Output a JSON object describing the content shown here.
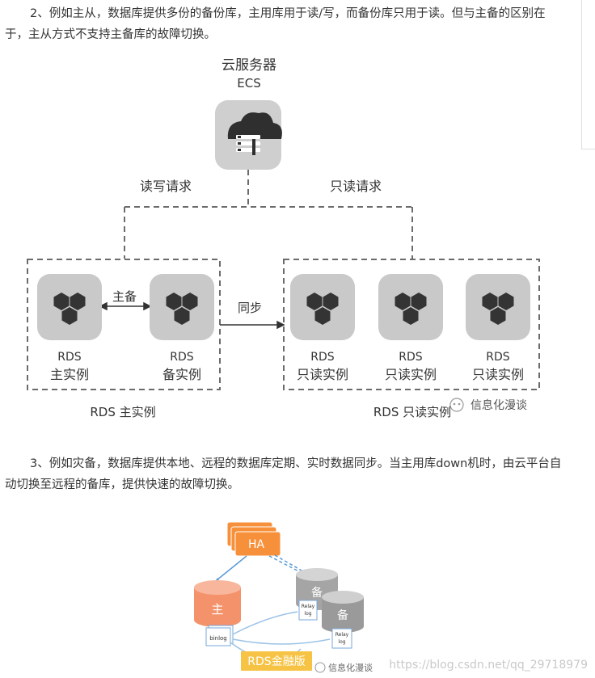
{
  "paragraph1": "2、例如主从，数据库提供多份的备份库，主用库用于读/写，而备份库只用于读。但与主备的区别在于，主从方式不支持主备库的故障切换。",
  "paragraph2": "3、例如灾备，数据库提供本地、远程的数据库定期、实时数据同步。当主用库down机时，由云平台自动切换至远程的备库，提供快速的故障切换。",
  "diagram1": {
    "ecs_title": "云服务器",
    "ecs_subtitle": "ECS",
    "label_rw": "读写请求",
    "label_ro": "只读请求",
    "label_primary_standby": "主备",
    "label_sync": "同步",
    "nodes": [
      {
        "line1": "RDS",
        "line2": "主实例"
      },
      {
        "line1": "RDS",
        "line2": "备实例"
      },
      {
        "line1": "RDS",
        "line2": "只读实例"
      },
      {
        "line1": "RDS",
        "line2": "只读实例"
      },
      {
        "line1": "RDS",
        "line2": "只读实例"
      }
    ],
    "group_primary": "RDS 主实例",
    "group_readonly": "RDS 只读实例",
    "watermark": "信息化漫谈"
  },
  "diagram2": {
    "ha_label": "HA",
    "master_label": "主",
    "standby_label": "备",
    "binlog_label": "binlog",
    "relay_line1": "Relay",
    "relay_line2": "log",
    "badge": "RDS金融版",
    "watermark": "信息化漫谈",
    "url": "https://blog.csdn.net/qq_29718979"
  },
  "colors": {
    "ha_orange": "#f7903a",
    "master_orange": "#f4926b",
    "badge_yellow": "#f6c344",
    "icon_gray": "#c9c9c9",
    "icon_dark": "#343434",
    "dash_gray": "#6b6b6b",
    "line_blue": "#5b9bd5"
  }
}
